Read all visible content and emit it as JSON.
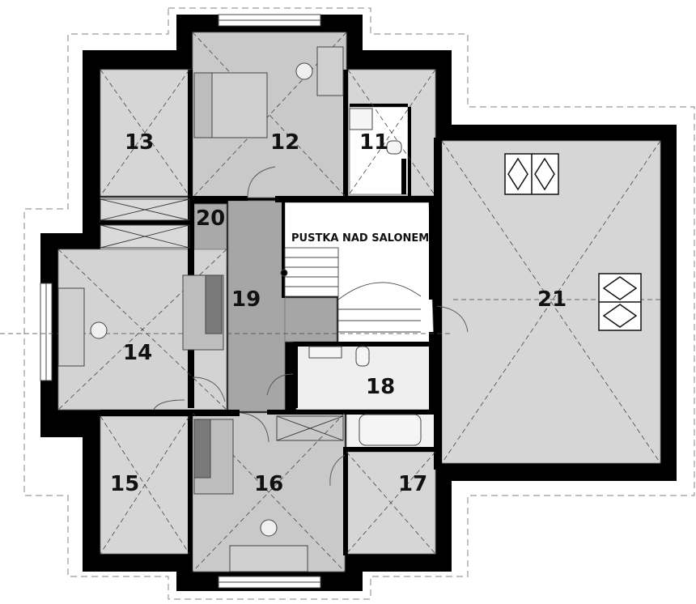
{
  "plan": {
    "rooms": {
      "r11": "11",
      "r12": "12",
      "r13": "13",
      "r14": "14",
      "r15": "15",
      "r16": "16",
      "r17": "17",
      "r18": "18",
      "r19": "19",
      "r20": "20",
      "r21": "21"
    },
    "void_label": "PUSTKA NAD SALONEM",
    "colors": {
      "wall": "#000000",
      "floor_light": "#d9d9d9",
      "floor_mid": "#bdbdbd",
      "floor_dark": "#a8a8a8",
      "void": "#ffffff",
      "roof_outline": "#9a9a9a"
    }
  }
}
